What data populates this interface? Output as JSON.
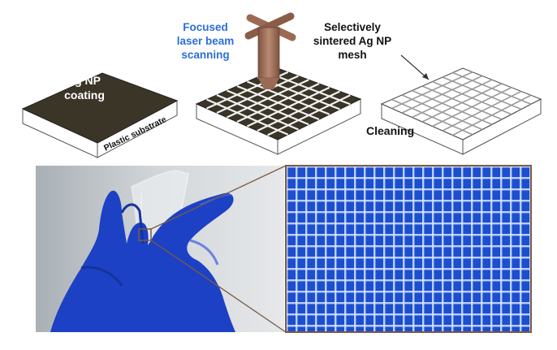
{
  "labels": {
    "coating_line1": "Ag NP",
    "coating_line2": "coating",
    "substrate": "Plastic substrate",
    "laser_line1": "Focused",
    "laser_line2": "laser beam",
    "laser_line3": "scanning",
    "sintered_line1": "Selectively",
    "sintered_line2": "sintered Ag NP",
    "sintered_line3": "mesh",
    "cleaning": "Cleaning"
  },
  "colors": {
    "coating": "#3b3528",
    "laser_beam": "#a77660",
    "laser_label": "#2a6fd6",
    "mesh_zoom": "#1c4fcf",
    "mesh_lines": "#cfe0ff",
    "glove": "#1d41c4",
    "zoom_frame": "#7a5a45"
  },
  "icons": {
    "laser": "laser-beam-icon",
    "glove": "gloved-hand-photo"
  }
}
